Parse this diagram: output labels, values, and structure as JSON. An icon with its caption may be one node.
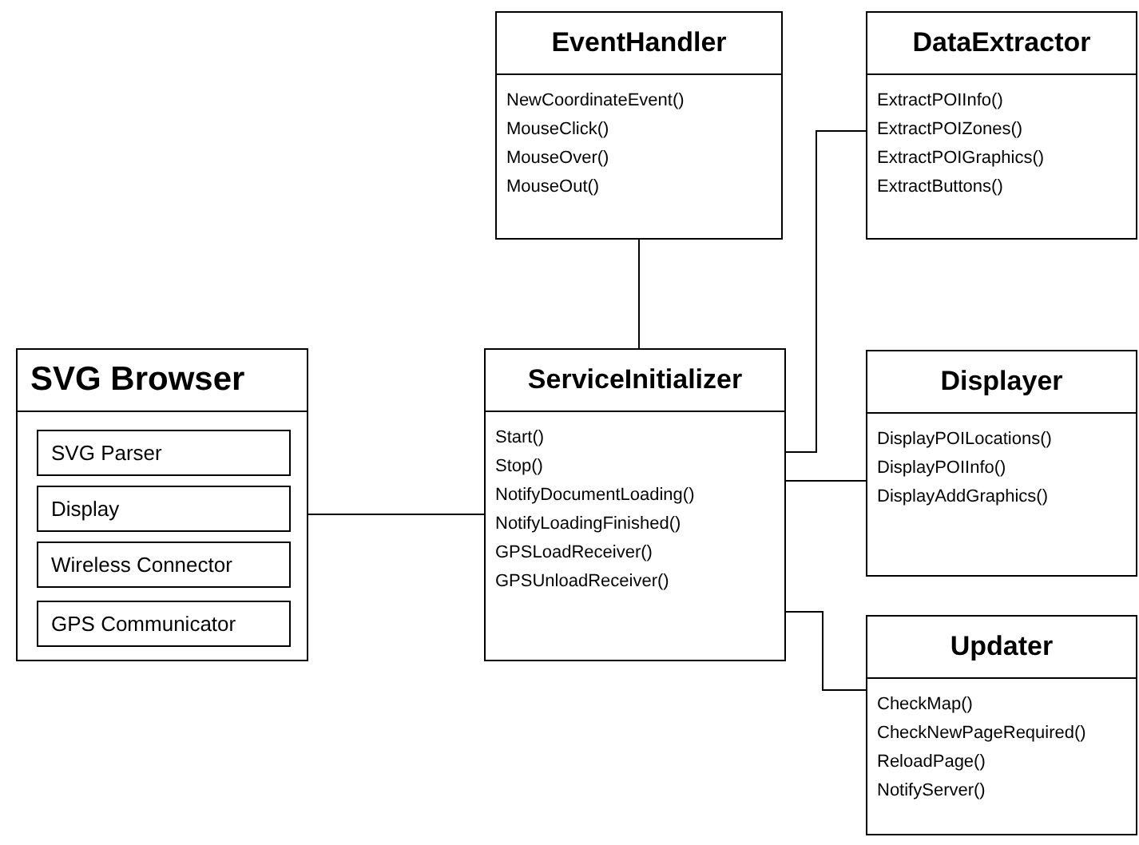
{
  "diagram": {
    "nodes": [
      {
        "text": [
          "EventHandler",
          "NewCoordinateEvent()",
          "MouseClick()",
          "MouseOver()",
          "MouseOut()"
        ]
      },
      {
        "text": [
          "DataExtractor",
          "ExtractPOIInfo()",
          "ExtractPOIZones()",
          "ExtractPOIGraphics()",
          "ExtractButtons()"
        ]
      },
      {
        "text": [
          "SVG Browser"
        ]
      },
      {
        "text": [
          "SVG Parser"
        ],
        "in": 2
      },
      {
        "text": [
          "Display"
        ],
        "in": 2
      },
      {
        "text": [
          "Wireless Connector"
        ],
        "in": 2
      },
      {
        "text": [
          "GPS Communicator"
        ],
        "in": 2
      },
      {
        "text": [
          "ServiceInitializer",
          "Start()",
          "Stop()",
          "NotifyDocumentLoading()",
          "NotifyLoadingFinished()",
          "GPSLoadReceiver()",
          "GPSUnloadReceiver()"
        ]
      },
      {
        "text": [
          "Displayer",
          "DisplayPOILocations()",
          "DisplayPOIInfo()",
          "DisplayAddGraphics()"
        ]
      },
      {
        "text": [
          "Updater",
          "CheckMap()",
          "CheckNewPageRequired()",
          "ReloadPage()",
          "NotifyServer()"
        ]
      }
    ],
    "edges": [
      {
        "from": 0,
        "to": 7,
        "arrow": "none"
      },
      {
        "from": 7,
        "to": 1,
        "arrow": "none"
      },
      {
        "from": 2,
        "to": 7,
        "arrow": "none"
      },
      {
        "from": 7,
        "to": 8,
        "arrow": "none"
      },
      {
        "from": 7,
        "to": 9,
        "arrow": "none"
      }
    ]
  }
}
